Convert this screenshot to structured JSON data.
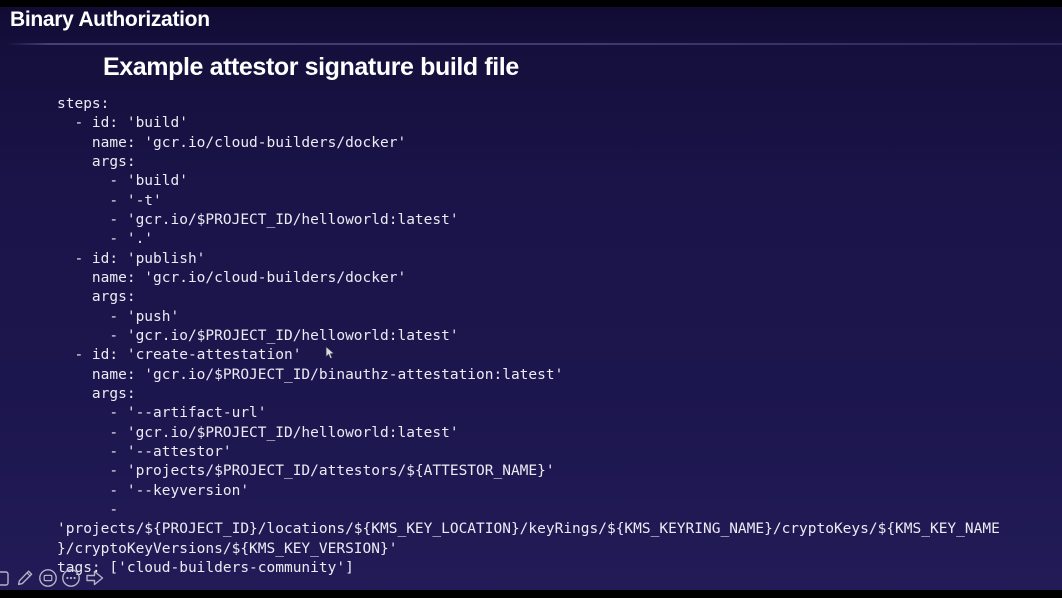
{
  "slide": {
    "kicker": "Binary Authorization",
    "title": "Example attestor signature build file",
    "code_lines": [
      "steps:",
      "  - id: 'build'",
      "    name: 'gcr.io/cloud-builders/docker'",
      "    args:",
      "      - 'build'",
      "      - '-t'",
      "      - 'gcr.io/$PROJECT_ID/helloworld:latest'",
      "      - '.'",
      "  - id: 'publish'",
      "    name: 'gcr.io/cloud-builders/docker'",
      "    args:",
      "      - 'push'",
      "      - 'gcr.io/$PROJECT_ID/helloworld:latest'",
      "  - id: 'create-attestation'",
      "    name: 'gcr.io/$PROJECT_ID/binauthz-attestation:latest'",
      "    args:",
      "      - '--artifact-url'",
      "      - 'gcr.io/$PROJECT_ID/helloworld:latest'",
      "      - '--attestor'",
      "      - 'projects/$PROJECT_ID/attestors/${ATTESTOR_NAME}'",
      "      - '--keyversion'",
      "      -",
      "'projects/${PROJECT_ID}/locations/${KMS_KEY_LOCATION}/keyRings/${KMS_KEYRING_NAME}/cryptoKeys/${KMS_KEY_NAME",
      "}/cryptoKeyVersions/${KMS_KEY_VERSION}'",
      "tags: ['cloud-builders-community']"
    ]
  },
  "toolbar": {
    "icons": [
      "frame-icon",
      "pencil-icon",
      "slide-icon",
      "more-options-icon",
      "next-arrow-icon"
    ]
  },
  "colors": {
    "background_top": "#140f3b",
    "background_bottom": "#221b57",
    "letterbox": "#000000",
    "text": "#ffffff",
    "code_text": "#eceaf3",
    "divider": "#4a447e",
    "toolbar_icon": "#c9c9d6"
  }
}
